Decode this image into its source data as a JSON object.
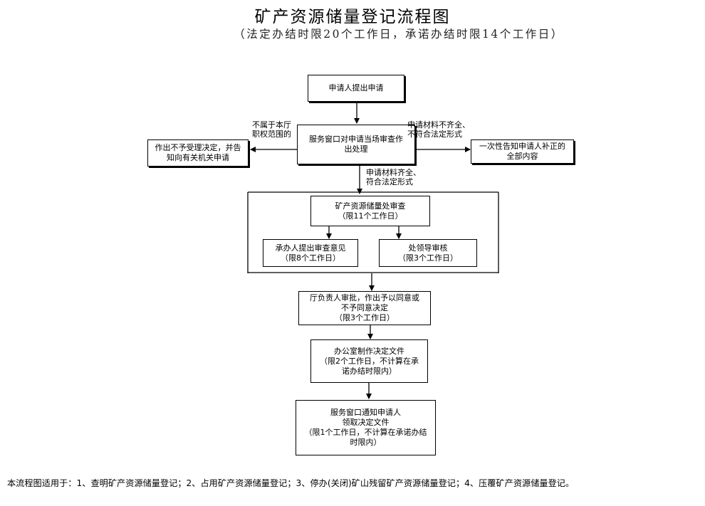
{
  "title": "矿产资源储量登记流程图",
  "subtitle": "（法定办结时限20个工作日，承诺办结时限14个工作日）",
  "nodes": {
    "apply": [
      "申请人提出申请"
    ],
    "window_review": [
      "服务窗口对申请当场审查作",
      "出处理"
    ],
    "reject": [
      "作出不予受理决定，并告",
      "知向有关机关申请"
    ],
    "notify_correction": [
      "一次性告知申请人补正的",
      "全部内容"
    ],
    "division_review": [
      "矿产资源储量处审查",
      "（限11个工作日）"
    ],
    "handler_opinion": [
      "承办人提出审查意见",
      "（限8个工作日）"
    ],
    "division_leader": [
      "处领导审核",
      "（限3个工作日）"
    ],
    "director_approval": [
      "厅负责人审批，作出予以同意或",
      "不予同意决定",
      "（限3个工作日）"
    ],
    "office_document": [
      "办公室制作决定文件",
      "（限2个工作日，不计算在承",
      "诺办结时限内）"
    ],
    "window_notify": [
      "服务窗口通知申请人",
      "领取决定文件",
      "（限1个工作日，不计算在承诺办结",
      "时限内）"
    ]
  },
  "edge_labels": {
    "not_in_scope": [
      "不属于本厅",
      "职权范围的"
    ],
    "incomplete": [
      "申请材料不齐全、",
      "不符合法定形式"
    ],
    "complete": [
      "申请材料齐全、",
      "符合法定形式"
    ]
  },
  "footer": "本流程图适用于：1、查明矿产资源储量登记；2、占用矿产资源储量登记；3、停办(关闭)矿山残留矿产资源储量登记；4、压覆矿产资源储量登记。"
}
